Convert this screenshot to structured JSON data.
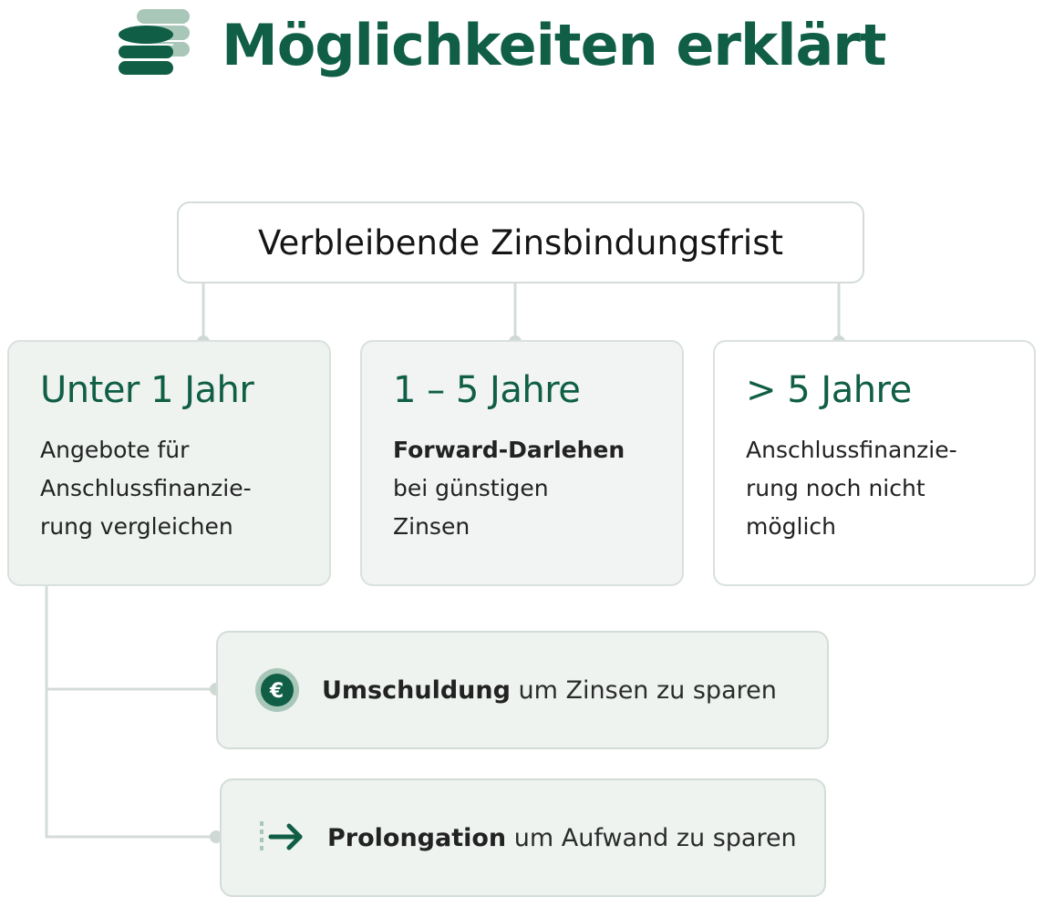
{
  "header": {
    "title": "Möglichkeiten erklärt",
    "icon": "coins-stack-icon"
  },
  "root": {
    "label": "Verbleibende Zinsbindungsfrist"
  },
  "options": [
    {
      "heading": "Unter 1 Jahr",
      "text": "Angebote für\nAnschlussfinanzie-\nrung vergleichen"
    },
    {
      "heading": "1 – 5 Jahre",
      "bold": "Forward-Darlehen",
      "text": "bei günstigen\nZinsen"
    },
    {
      "heading": "> 5 Jahre",
      "text": "Anschlussfinanzie-\nrung noch nicht\nmöglich"
    }
  ],
  "sub_options": [
    {
      "bold": "Umschuldung",
      "text": " um Zinsen zu sparen",
      "icon": "euro-coin-icon"
    },
    {
      "bold": "Prolongation",
      "text": " um Aufwand zu sparen",
      "icon": "dotted-arrow-right-icon"
    }
  ],
  "colors": {
    "brand_green": "#0f5e45",
    "light_green": "#a9c7b9",
    "card_bg": "#eef3f0",
    "connector": "#d4dcd8"
  }
}
